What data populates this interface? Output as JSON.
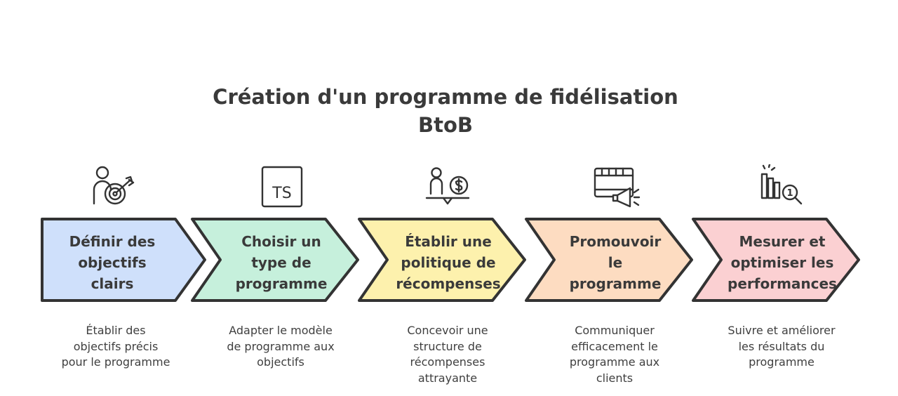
{
  "title": {
    "line1": "Création d'un programme de fidélisation",
    "line2": "BtoB"
  },
  "steps": [
    {
      "label_lines": [
        "Définir des",
        "objectifs",
        "clairs"
      ],
      "desc_lines": [
        "Établir des",
        "objectifs précis",
        "pour le programme"
      ],
      "color": "#cfe0fb",
      "icon": "person-target-icon"
    },
    {
      "label_lines": [
        "Choisir un",
        "type de",
        "programme"
      ],
      "desc_lines": [
        "Adapter le modèle",
        "de programme aux",
        "objectifs"
      ],
      "color": "#c6f0dc",
      "icon": "typescript-icon",
      "icon_text": "TS"
    },
    {
      "label_lines": [
        "Établir une",
        "politique de",
        "récompenses"
      ],
      "desc_lines": [
        "Concevoir une",
        "structure de",
        "récompenses",
        "attrayante"
      ],
      "color": "#fdf1ad",
      "icon": "person-money-balance-icon"
    },
    {
      "label_lines": [
        "Promouvoir",
        "le",
        "programme"
      ],
      "desc_lines": [
        "Communiquer",
        "efficacement le",
        "programme aux",
        "clients"
      ],
      "color": "#fddcc1",
      "icon": "video-megaphone-icon"
    },
    {
      "label_lines": [
        "Mesurer et",
        "optimiser les",
        "performances"
      ],
      "desc_lines": [
        "Suivre et améliorer",
        "les résultats du",
        "programme"
      ],
      "color": "#fbd0d2",
      "icon": "bar-chart-magnifier-icon",
      "icon_text": "1"
    }
  ]
}
